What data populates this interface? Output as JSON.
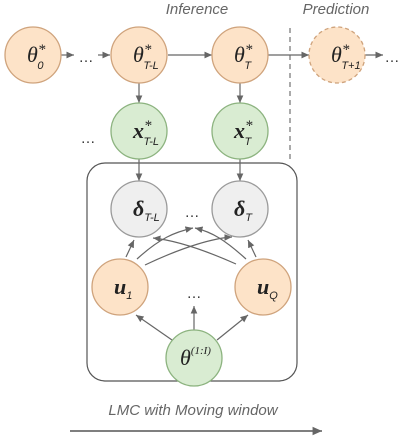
{
  "labels": {
    "inference": "Inference",
    "prediction": "Prediction",
    "caption": "LMC with Moving window",
    "ellipsis": "…"
  },
  "colors": {
    "orange_fill": "#fde3c8",
    "orange_stroke": "#cfa37c",
    "green_fill": "#d9ecd2",
    "green_stroke": "#8cb37f",
    "gray_fill": "#efefef",
    "gray_stroke": "#9a9a9a",
    "edge": "#666666"
  },
  "nodes": {
    "theta0": {
      "base": "θ",
      "sup": "*",
      "sub": "0"
    },
    "thetaTL": {
      "base": "θ",
      "sup": "*",
      "sub": "T-L"
    },
    "thetaT": {
      "base": "θ",
      "sup": "*",
      "sub": "T"
    },
    "thetaT1": {
      "base": "θ",
      "sup": "*",
      "sub": "T+1"
    },
    "xTL": {
      "base": "x",
      "sup": "*",
      "sub": "T-L"
    },
    "xT": {
      "base": "x",
      "sup": "*",
      "sub": "T"
    },
    "deltaTL": {
      "base": "δ",
      "sub": "T-L"
    },
    "deltaT": {
      "base": "δ",
      "sub": "T"
    },
    "u1": {
      "base": "u",
      "sub": "1"
    },
    "uQ": {
      "base": "u",
      "sub": "Q"
    },
    "thetaAll": {
      "base": "θ",
      "sup": "(1:I)"
    }
  }
}
